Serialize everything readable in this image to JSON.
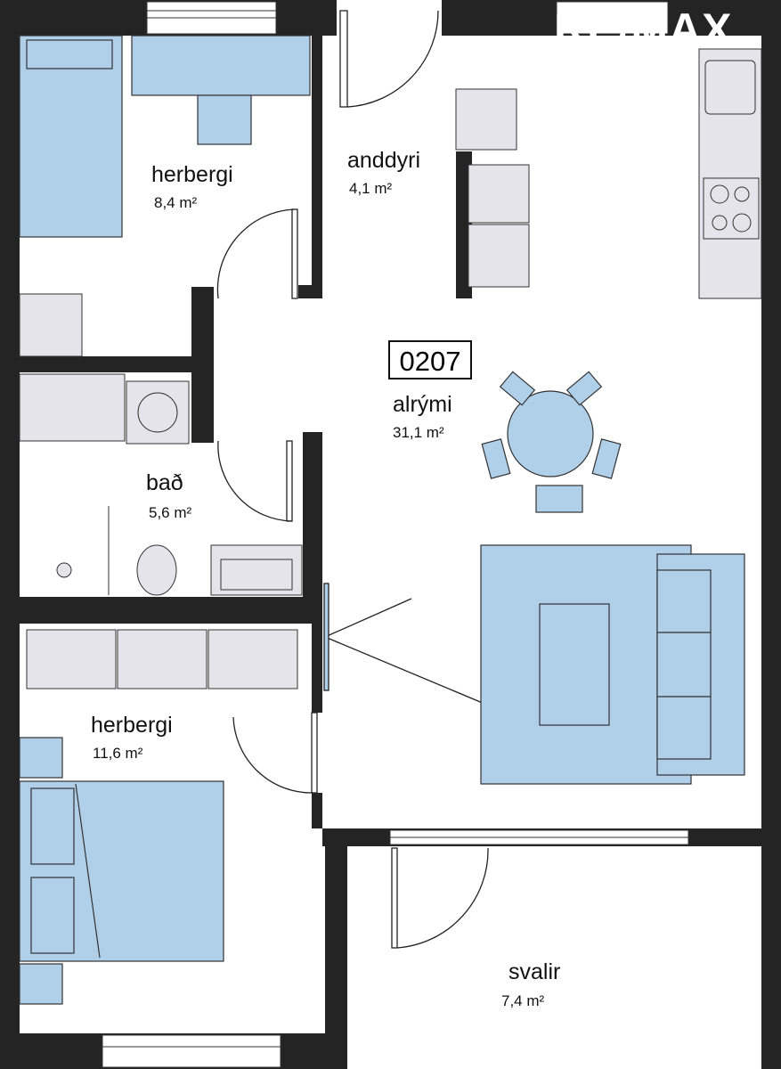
{
  "logo": {
    "text": "RE/MAX"
  },
  "unit": {
    "number": "0207"
  },
  "rooms": [
    {
      "name": "herbergi",
      "area": "8,4 m²"
    },
    {
      "name": "anddyri",
      "area": "4,1 m²"
    },
    {
      "name": "alrými",
      "area": "31,1 m²"
    },
    {
      "name": "bað",
      "area": "5,6 m²"
    },
    {
      "name": "herbergi",
      "area": "11,6 m²"
    },
    {
      "name": "svalir",
      "area": "7,4 m²"
    }
  ],
  "colors": {
    "wall": "#242424",
    "furniture": "#b0cfe9",
    "fixture": "#e4e4ea"
  }
}
